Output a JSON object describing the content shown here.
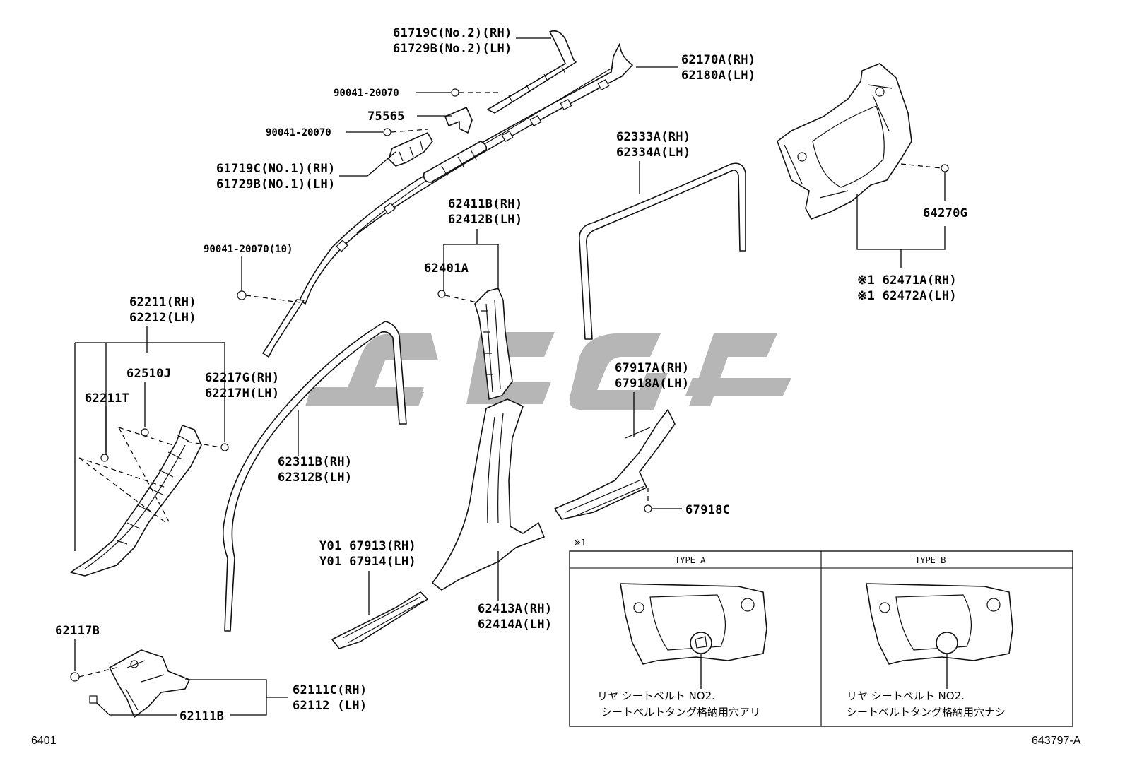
{
  "labels": {
    "l_61719c_no2": "61719C(No.2)(RH)",
    "l_61729b_no2": "61729B(No.2)(LH)",
    "l_90041_a": "90041-20070",
    "l_75565": "75565",
    "l_90041_b": "90041-20070",
    "l_61719c_no1": "61719C(NO.1)(RH)",
    "l_61729b_no1": "61729B(NO.1)(LH)",
    "l_62170a": "62170A(RH)",
    "l_62180a": "62180A(LH)",
    "l_90041_10": "90041-20070(10)",
    "l_62411b": "62411B(RH)",
    "l_62412b": "62412B(LH)",
    "l_62401a": "62401A",
    "l_62333a": "62333A(RH)",
    "l_62334a": "62334A(LH)",
    "l_64270g": "64270G",
    "l_62471a": "※1 62471A(RH)",
    "l_62472a": "※1 62472A(LH)",
    "l_62211": "62211(RH)",
    "l_62212": "62212(LH)",
    "l_62510j": "62510J",
    "l_62211t": "62211T",
    "l_62217g": "62217G(RH)",
    "l_62217h": "62217H(LH)",
    "l_62311b": "62311B(RH)",
    "l_62312b": "62312B(LH)",
    "l_67917a": "67917A(RH)",
    "l_67918a": "67918A(LH)",
    "l_67918c": "67918C",
    "l_67913": "Y01 67913(RH)",
    "l_67914": "Y01 67914(LH)",
    "l_62413a": "62413A(RH)",
    "l_62414a": "62414A(LH)",
    "l_62117b": "62117B",
    "l_62111c": "62111C(RH)",
    "l_62112": "62112 (LH)",
    "l_62111b": "62111B"
  },
  "inset": {
    "marker": "※1",
    "type_a": "TYPE A",
    "type_b": "TYPE B",
    "note_a_line1": "リヤ シートベルト NO2.",
    "note_a_line2": "シートベルトタング格納用穴アリ",
    "note_b_line1": "リヤ シートベルト NO2.",
    "note_b_line2": "シートベルトタング格納用穴ナシ"
  },
  "corner": {
    "left": "6401",
    "right": "643797-A"
  },
  "watermark_color": "#9e9e9e"
}
